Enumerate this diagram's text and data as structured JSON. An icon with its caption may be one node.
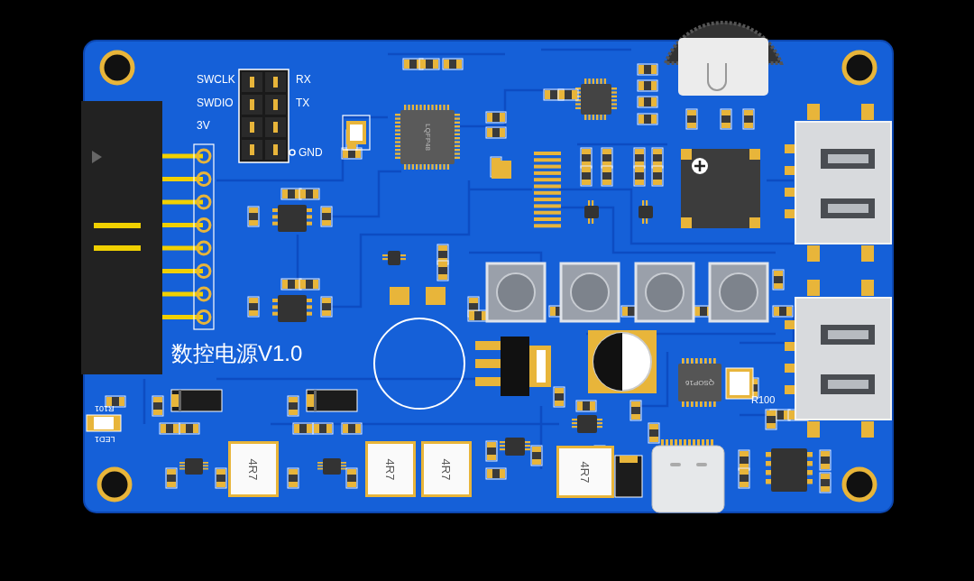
{
  "diagram": {
    "nodes": [
      {
        "text": [],
        "shape": "circle"
      }
    ],
    "labels": [
      "SWCLK",
      "RX",
      "SWDIO",
      "TX",
      "3V",
      "GND",
      "LQFP48",
      "数控电源V1.0",
      "R101",
      "LED1",
      "QSOP16",
      "R100",
      "4R7",
      "4R7",
      "4R7",
      "4R7"
    ]
  }
}
